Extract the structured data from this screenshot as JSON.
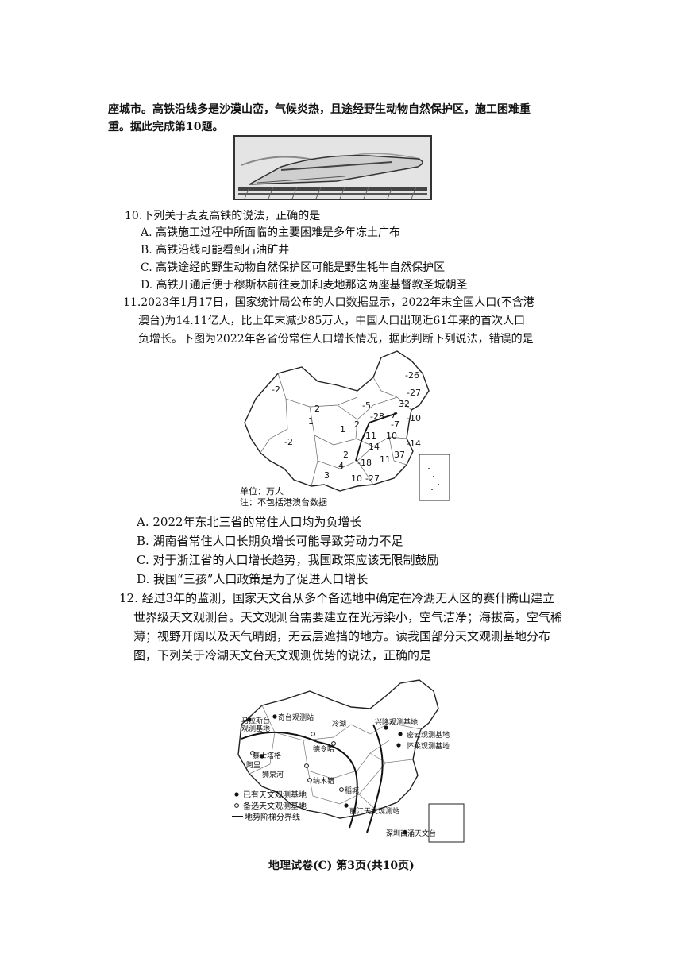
{
  "intro": {
    "line1": "座城市。高铁沿线多是沙漠山峦，气候炎热，且途经野生动物自然保护区，施工困难重",
    "line2": "重。据此完成第10题。"
  },
  "q10": {
    "stem": "10.下列关于麦麦高铁的说法，正确的是",
    "options": [
      "A. 高铁施工过程中所面临的主要困难是多年冻土广布",
      "B. 高铁沿线可能看到石油矿井",
      "C. 高铁途经的野生动物自然保护区可能是野生牦牛自然保护区",
      "D. 高铁开通后便于穆斯林前往麦加和麦地那这两座基督教圣城朝圣"
    ]
  },
  "q11": {
    "stem_lines": [
      "11.2023年1月17日，国家统计局公布的人口数据显示，2022年末全国人口(不含港",
      "澳台)为14.11亿人，比上年末减少85万人，中国人口出现近61年来的首次人口",
      "负增长。下图为2022年各省份常住人口增长情况，据此判断下列说法，错误的是"
    ],
    "map": {
      "unit": "单位：万人",
      "note": "注：不包括港澳台数据",
      "values": [
        "-2",
        "2",
        "1",
        "-2",
        "1",
        "-26",
        "-27",
        "32",
        "-5",
        "-28",
        "7",
        "-10",
        "2",
        "-11",
        "10",
        "14",
        "-7",
        "-14",
        "2",
        "4",
        "-18",
        "11",
        "37",
        "3",
        "10",
        "-27"
      ]
    },
    "options": [
      "A. 2022年东北三省的常住人口均为负增长",
      "B. 湖南省常住人口长期负增长可能导致劳动力不足",
      "C. 对于浙江省的人口增长趋势，我国政策应该无限制鼓励",
      "D. 我国“三孩”人口政策是为了促进人口增长"
    ]
  },
  "q12": {
    "stem_lines": [
      "12. 经过3年的监测，国家天文台从多个备选地中确定在冷湖无人区的赛什腾山建立",
      "世界级天文观测台。天文观测台需要建立在光污染小，空气洁净；海拔高，空气稀",
      "薄；视野开阔以及天气晴朗，无云层遮挡的地方。读我国部分天文观测基地分布",
      "图，下列关于冷湖天文台天文观测优势的说法，正确的是"
    ],
    "map": {
      "labels": [
        "马拉斯台",
        "观测基地",
        "奇台观测站",
        "冷湖",
        "阿里",
        "狮泉河",
        "慕士塔格",
        "德令哈",
        "纳木错",
        "稻城",
        "丽江天文观测站",
        "兴隆观测基地",
        "密云观测基地",
        "怀柔观测基地",
        "深圳西涌天文台"
      ],
      "legend": [
        "已有天文观测基地",
        "备选天文观测基地",
        "地势阶梯分界线"
      ]
    }
  },
  "footer": "地理试卷(C)  第3页(共10页)"
}
